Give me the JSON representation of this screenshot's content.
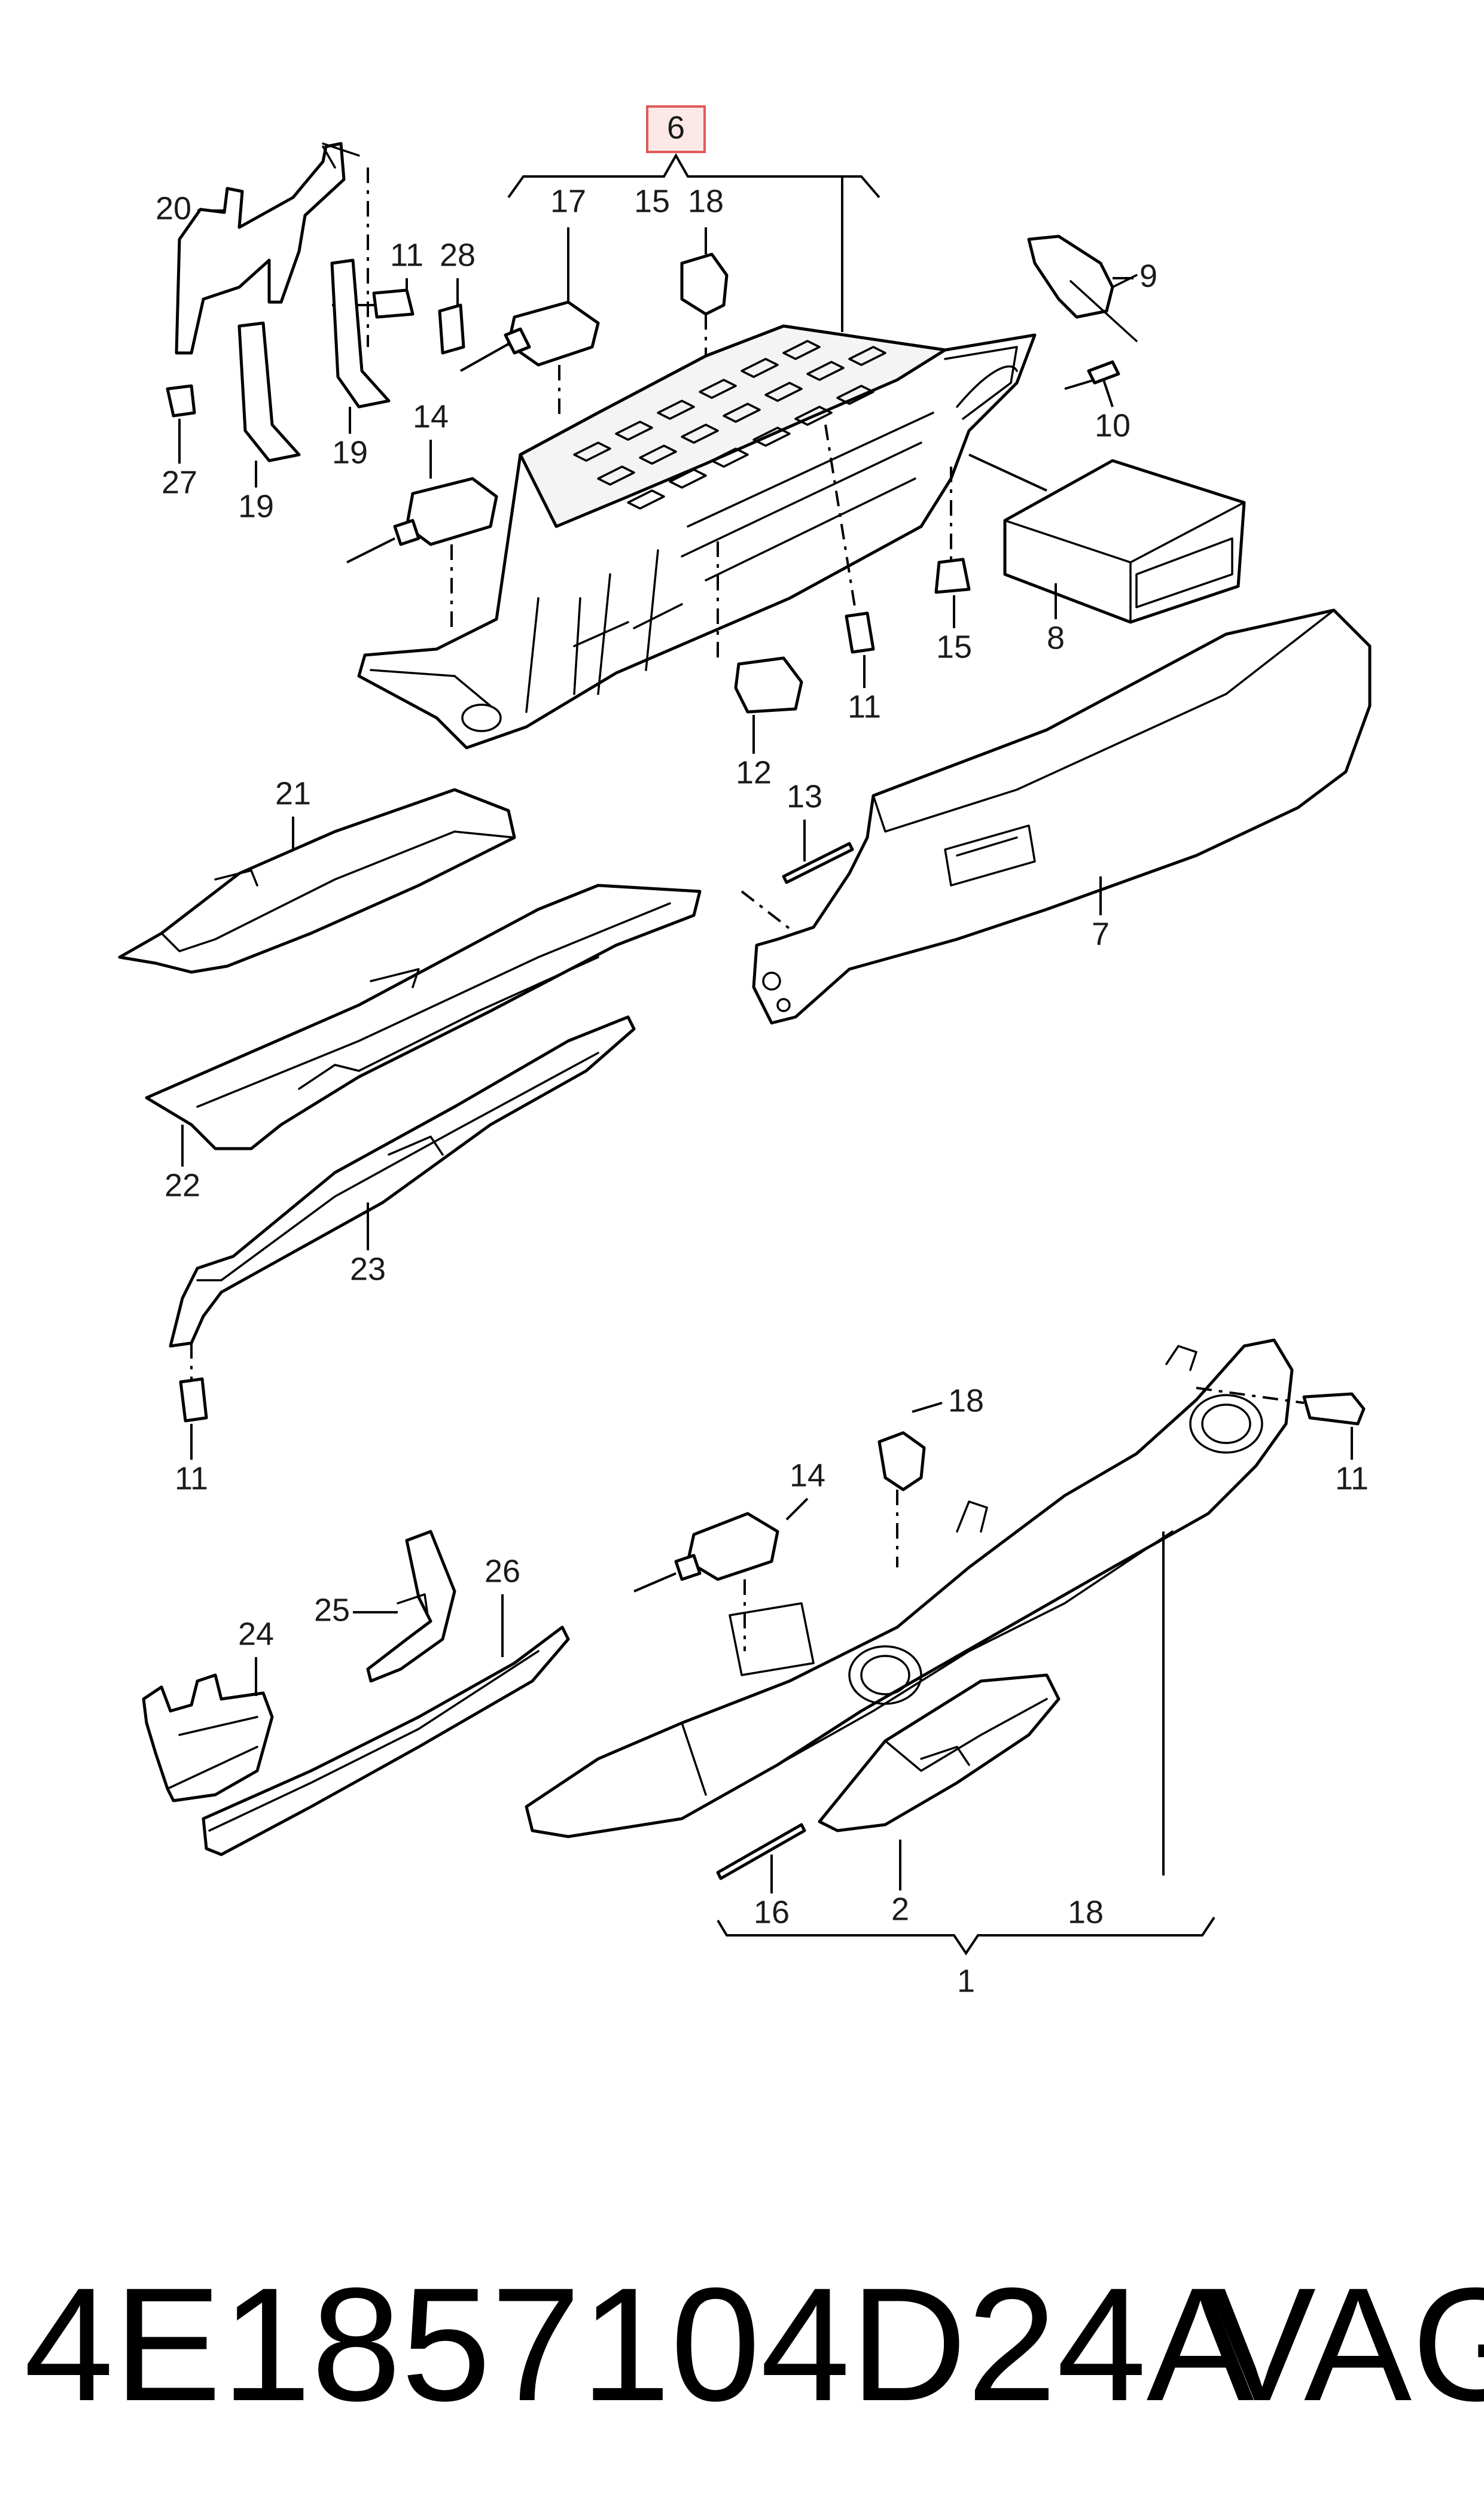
{
  "callouts": {
    "c6": "6",
    "c17": "17",
    "c15a": "15",
    "c18a": "18",
    "c20": "20",
    "c11a": "11",
    "c28": "28",
    "c27": "27",
    "c19a": "19",
    "c19b": "19",
    "c14a": "14",
    "c9": "9",
    "c10": "10",
    "c8": "8",
    "c15b": "15",
    "c11b": "11",
    "c12": "12",
    "c21": "21",
    "c13": "13",
    "c7": "7",
    "c22": "22",
    "c23": "23",
    "c11c": "11",
    "c18b": "18",
    "c14b": "14",
    "c11d": "11",
    "c26": "26",
    "c25": "25",
    "c24": "24",
    "c16": "16",
    "c2": "2",
    "c18c": "18",
    "c1": "1"
  },
  "footer": {
    "part_number": "4E1857104D24A",
    "brand": "VAG"
  },
  "colors": {
    "highlight_fill": "#fde8e8",
    "highlight_stroke": "#e05a5a",
    "line": "#000000"
  }
}
